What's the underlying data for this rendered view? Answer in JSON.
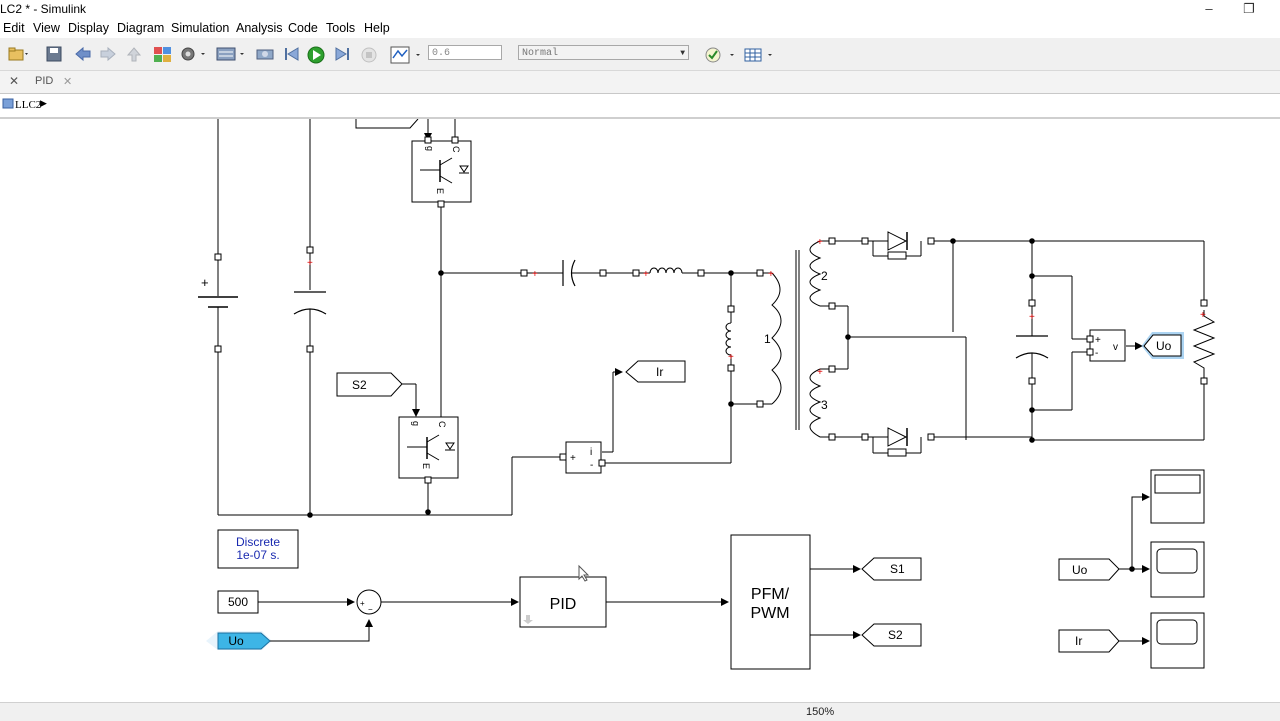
{
  "window": {
    "title": "LC2 * - Simulink"
  },
  "menu": [
    "Edit",
    "View",
    "Display",
    "Diagram",
    "Simulation",
    "Analysis",
    "Code",
    "Tools",
    "Help"
  ],
  "toolbar": {
    "stop_time": "0.6",
    "sim_mode": "Normal"
  },
  "tabs": [
    {
      "label": "PID"
    }
  ],
  "breadcrumb": "LLC2",
  "status": {
    "zoom": "150%"
  },
  "diagram": {
    "pwm_powergui": {
      "line1": "Discrete",
      "line2": "1e-07 s."
    },
    "constant_value": "500",
    "goto_uo_from": "Uo",
    "pid_label": "PID",
    "pfm_line1": "PFM/",
    "pfm_line2": "PWM",
    "goto_s1": "S1",
    "goto_s2": "S2",
    "from_s2": "S2",
    "goto_ir": "Ir",
    "goto_uo": "Uo",
    "from_uo_scope": "Uo",
    "from_ir_scope": "Ir",
    "winding_1": "1",
    "winding_2": "2",
    "winding_3": "3",
    "plus_sign": "+",
    "vm_plus": "+",
    "vm_minus": "-",
    "vm_out": "v",
    "cm_in": "i",
    "cm_plus": "+",
    "cm_minus": "-"
  },
  "colors": {
    "accent": "#0072bd",
    "goto_fill": "#3db5e6",
    "highlight": "#5aa9e6"
  }
}
